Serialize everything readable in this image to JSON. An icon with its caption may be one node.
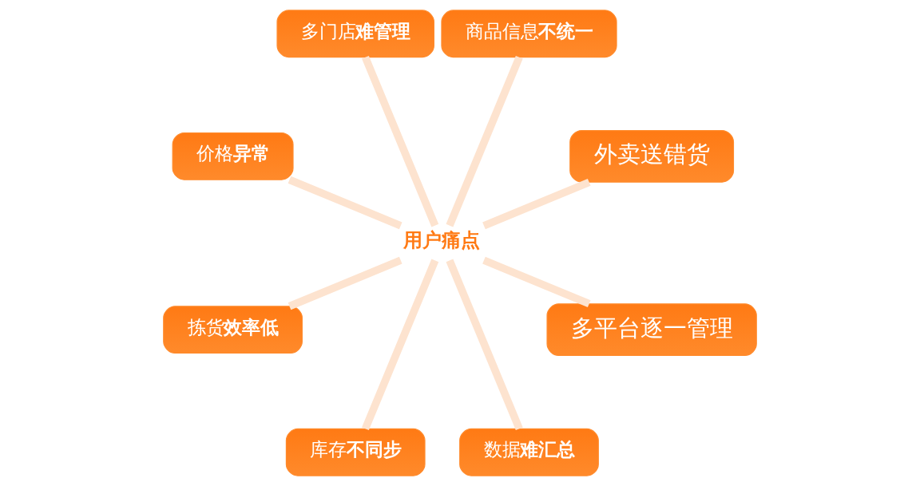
{
  "diagram": {
    "nodes": [
      {
        "text": [
          "外卖送错货"
        ]
      },
      {
        "text": [
          "商品信息**不统一**"
        ]
      },
      {
        "text": [
          "多门店**难管理**"
        ]
      },
      {
        "text": [
          "价格**异常**"
        ]
      },
      {
        "text": [
          "用户痛点"
        ]
      },
      {
        "text": [
          "拣货**效率低**"
        ]
      },
      {
        "text": [
          "库存**不同步**"
        ]
      },
      {
        "text": [
          "数据**难汇总**"
        ]
      },
      {
        "text": [
          "多平台逐一管理"
        ]
      }
    ],
    "edges": [
      {
        "from": 4,
        "to": 0,
        "arrow": "none"
      },
      {
        "from": 4,
        "to": 2,
        "arrow": "none"
      },
      {
        "from": 4,
        "to": 5,
        "arrow": "none"
      },
      {
        "from": 4,
        "to": 7,
        "arrow": "none"
      },
      {
        "from": 4,
        "to": 8,
        "arrow": "none"
      },
      {
        "from": 4,
        "to": 6,
        "arrow": "none"
      },
      {
        "from": 4,
        "to": 3,
        "arrow": "none"
      },
      {
        "from": 4,
        "to": 1,
        "arrow": "none"
      }
    ]
  }
}
